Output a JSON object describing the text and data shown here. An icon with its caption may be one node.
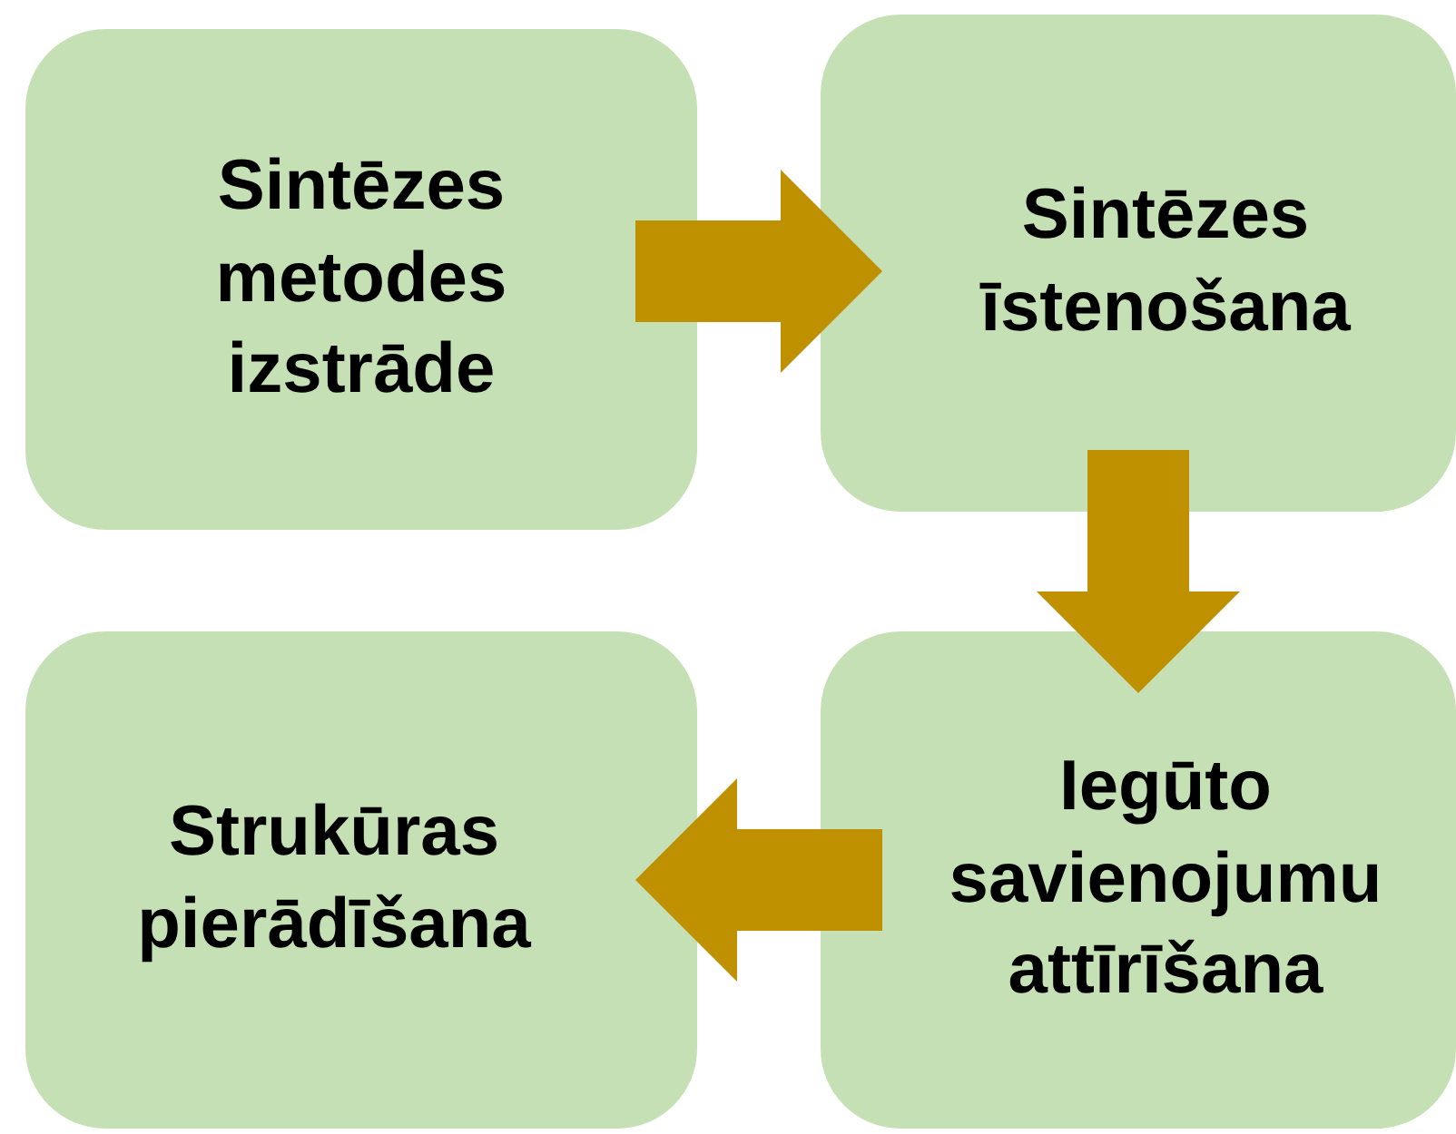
{
  "diagram": {
    "nodes": [
      {
        "text": [
          "Sintēzes metodes izstrāde"
        ]
      },
      {
        "text": [
          "Sintēzes īstenošana"
        ]
      },
      {
        "text": [
          "Iegūto savienojumu attīrīšana"
        ]
      },
      {
        "text": [
          "Strukūras pierādīšana"
        ]
      }
    ],
    "edges": [
      {
        "from": 0,
        "to": 1,
        "arrow": "to"
      },
      {
        "from": 1,
        "to": 2,
        "arrow": "to"
      },
      {
        "from": 2,
        "to": 3,
        "arrow": "to"
      }
    ]
  }
}
